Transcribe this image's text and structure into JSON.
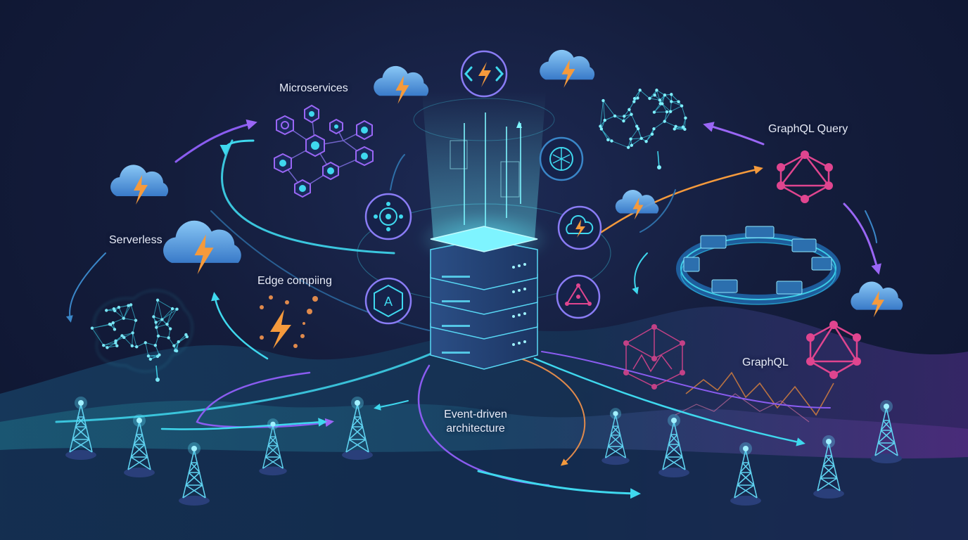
{
  "labels": {
    "microservices": "Microservices",
    "serverless": "Serverless",
    "edge_computing": "Edge compiing",
    "graphql_query": "GraphQL Query",
    "graphql": "GraphQL",
    "event_driven_line1": "Event-driven",
    "event_driven_line2": "architecture"
  },
  "icons": {
    "top_badge": "code-bolt-icon",
    "left_badges": [
      "network-node-icon",
      "graphql-a-icon"
    ],
    "right_badges": [
      "brain-network-icon",
      "cloud-bolt-icon",
      "graph-triangle-icon"
    ],
    "clouds": "cloud-lightning-icon",
    "towers": "cell-tower-icon",
    "brains": "neural-brain-icon",
    "graphql_logos": "graphql-logo-icon",
    "microservices_graph": "hexagon-network-icon",
    "event_ring": "container-ring-icon"
  },
  "colors": {
    "background": "#121a35",
    "cyan": "#3fd8ee",
    "violet": "#8a5cf0",
    "pink": "#e0458f",
    "orange": "#f59a3c",
    "cloud": "#5fa8e8"
  }
}
